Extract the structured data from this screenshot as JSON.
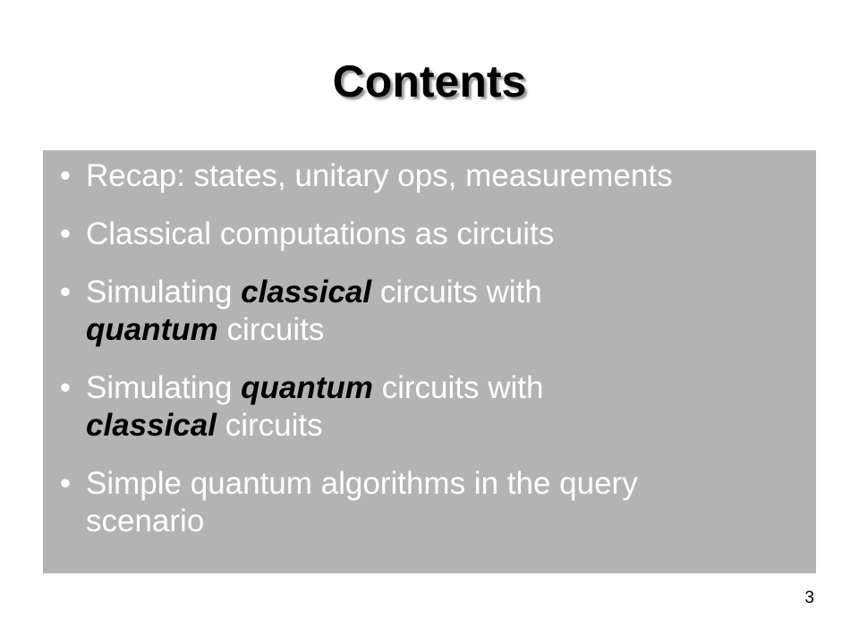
{
  "slide": {
    "title": "Contents",
    "page_number": "3",
    "bullet_char": "•",
    "colors": {
      "box_background": "#b3b3b3",
      "bullet_text": "#ffffff",
      "emphasis_text": "#000000",
      "title_text": "#000000"
    },
    "bullets": [
      {
        "line1": "Recap: states, unitary ops, measurements"
      },
      {
        "line1": "Classical computations as circuits"
      },
      {
        "pre": "Simulating ",
        "em1": "classical",
        "mid": " circuits with",
        "em2": "quantum",
        "post": " circuits"
      },
      {
        "pre": "Simulating ",
        "em1": "quantum",
        "mid": " circuits with",
        "em2": "classical",
        "post": " circuits"
      },
      {
        "line1": "Simple quantum algorithms in the query",
        "line2": "scenario"
      }
    ]
  }
}
